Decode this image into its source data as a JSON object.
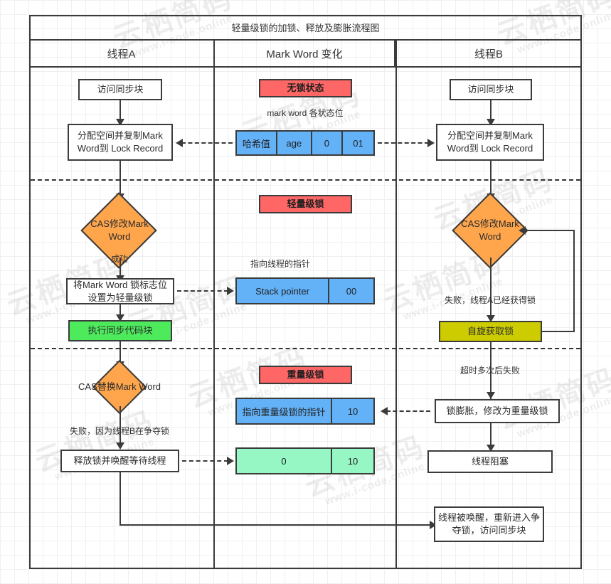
{
  "diagram": {
    "title": "轻量级锁的加锁、释放及膨胀流程图",
    "watermark_cn": "云栖简码",
    "watermark_en": "www.i-code.online",
    "lanes": [
      {
        "id": "thread-a",
        "label": "线程A"
      },
      {
        "id": "mark-word",
        "label": "Mark Word 变化"
      },
      {
        "id": "thread-b",
        "label": "线程B"
      }
    ],
    "colors": {
      "red": "#ff6666",
      "orange": "#ffa64d",
      "green": "#4deb5c",
      "mint": "#96f7c4",
      "blue": "#63b1f7",
      "olive": "#cccc00",
      "stroke": "#3b3b3b"
    }
  },
  "thread_a": {
    "access_sync_block": "访问同步块",
    "alloc_copy": "分配空间并复制Mark Word到 Lock Record",
    "cas_modify": "CAS修改Mark Word",
    "success_label": "成功",
    "set_lock_flag": "将Mark Word 锁标志位设置为轻量级锁",
    "exec_sync_code": "执行同步代码块",
    "cas_replace": "CAS替换Mark Word",
    "fail_label": "失败，因为线程B在争夺锁",
    "release_wake": "释放锁并唤醒等待线程"
  },
  "mark_word": {
    "state_unlocked": "无锁状态",
    "state_bits_caption": "mark word 各状态位",
    "row_unlocked": [
      "哈希值",
      "age",
      "0",
      "01"
    ],
    "state_lightweight": "轻量级锁",
    "pointer_caption": "指向线程的指针",
    "row_lightweight": [
      "Stack pointer",
      "00"
    ],
    "state_heavyweight": "重量级锁",
    "row_heavyweight": [
      "指向重量级锁的指针",
      "10"
    ],
    "row_released": [
      "0",
      "10"
    ]
  },
  "thread_b": {
    "access_sync_block": "访问同步块",
    "alloc_copy": "分配空间并复制Mark Word到 Lock Record",
    "cas_modify": "CAS修改Mark Word",
    "fail_label": "失败，线程A已经获得锁",
    "spin_acquire": "自旋获取锁",
    "timeout_label": "超时多次后失败",
    "inflate": "锁膨胀，修改为重量级锁",
    "blocked": "线程阻塞",
    "wakeup": "线程被唤醒，重新进入争夺锁，访问同步块"
  }
}
